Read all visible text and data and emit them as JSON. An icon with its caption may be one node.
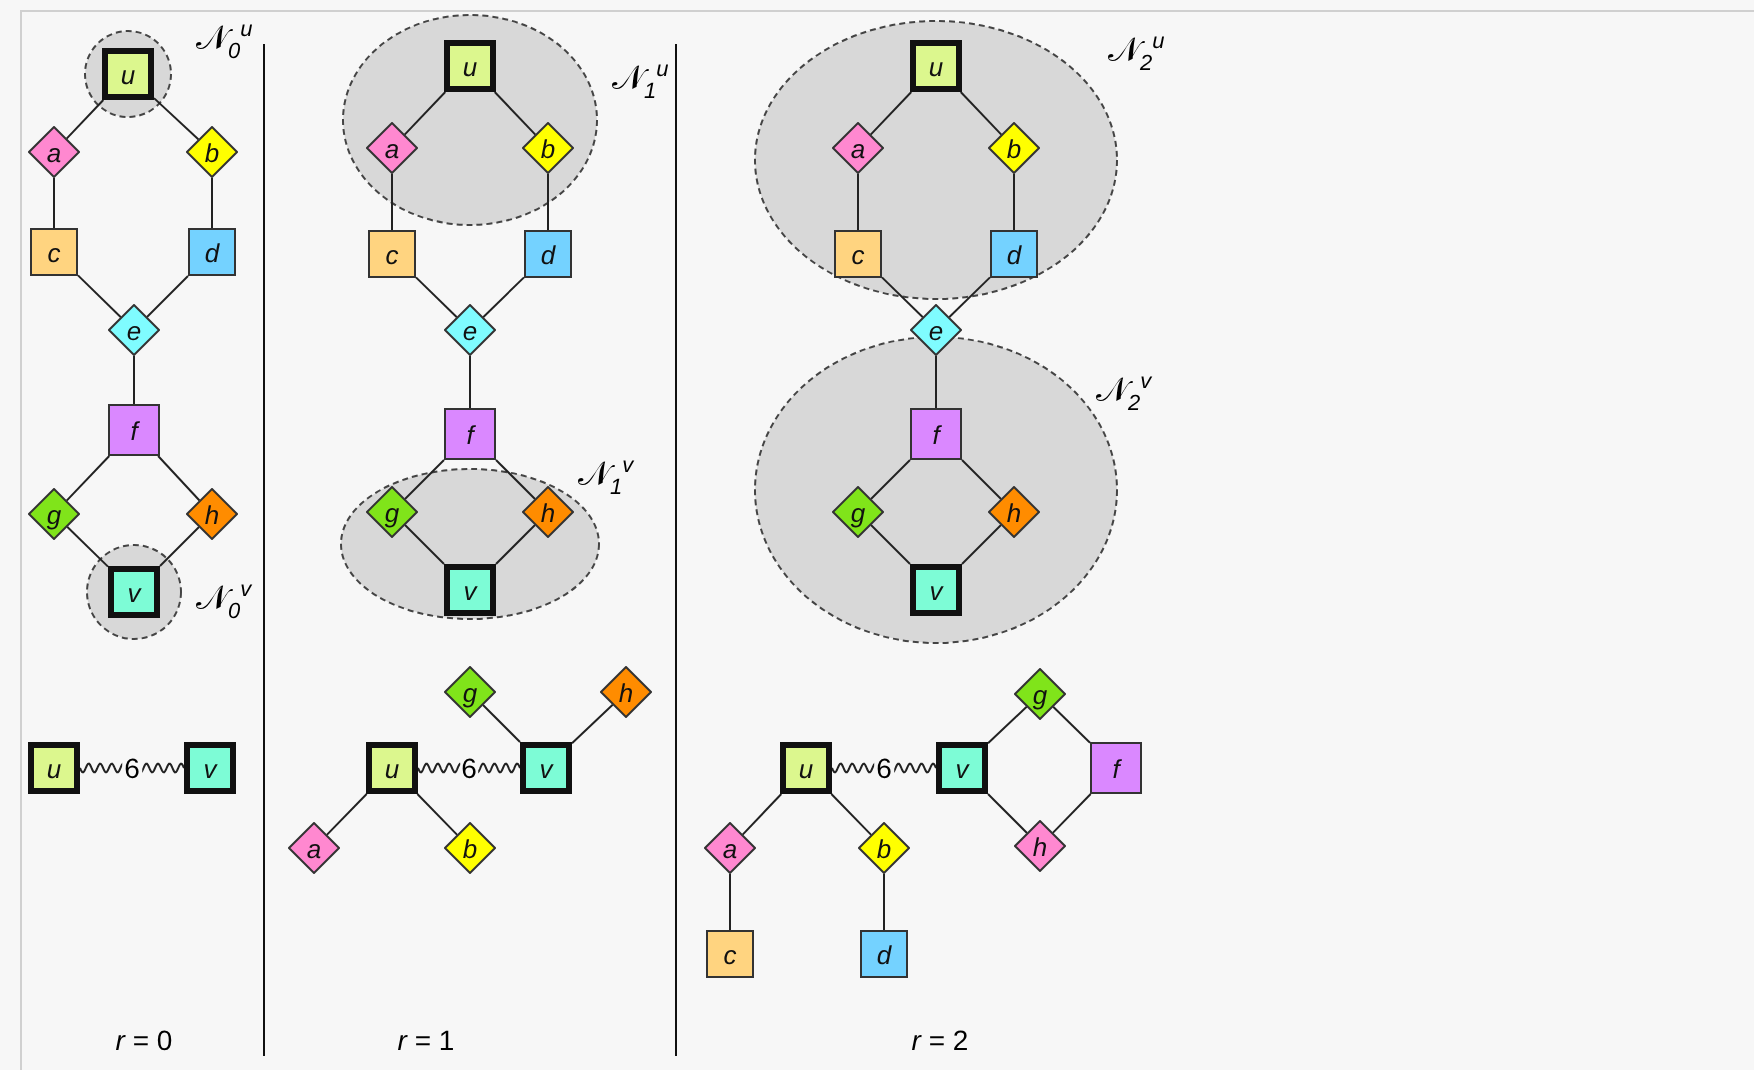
{
  "diagram": {
    "nodes": [
      {
        "text": [
          "𝒩$_{0}$$^{u}$"
        ]
      },
      {
        "text": [
          "u"
        ],
        "in": 0
      },
      {
        "text": [
          "a"
        ]
      },
      {
        "text": [
          "b"
        ]
      },
      {
        "text": [
          "c"
        ]
      },
      {
        "text": [
          "d"
        ]
      },
      {
        "text": [
          "e"
        ]
      },
      {
        "text": [
          "f"
        ]
      },
      {
        "text": [
          "g"
        ]
      },
      {
        "text": [
          "h"
        ]
      },
      {
        "text": [
          "𝒩$_{0}$$^{v}$"
        ]
      },
      {
        "text": [
          "v"
        ],
        "in": 10
      },
      {
        "text": [
          "u"
        ]
      },
      {
        "text": [
          "v"
        ]
      },
      {
        "text": [
          "𝒩$_{1}$$^{u}$"
        ]
      },
      {
        "text": [
          "u"
        ],
        "in": 14
      },
      {
        "text": [
          "a"
        ],
        "in": 14
      },
      {
        "text": [
          "b"
        ],
        "in": 14
      },
      {
        "text": [
          "c"
        ]
      },
      {
        "text": [
          "d"
        ]
      },
      {
        "text": [
          "e"
        ]
      },
      {
        "text": [
          "f"
        ]
      },
      {
        "text": [
          "𝒩$_{1}$$^{v}$"
        ]
      },
      {
        "text": [
          "g"
        ],
        "in": 22
      },
      {
        "text": [
          "h"
        ],
        "in": 22
      },
      {
        "text": [
          "v"
        ],
        "in": 22
      },
      {
        "text": [
          "g"
        ]
      },
      {
        "text": [
          "h"
        ]
      },
      {
        "text": [
          "u"
        ]
      },
      {
        "text": [
          "v"
        ]
      },
      {
        "text": [
          "a"
        ]
      },
      {
        "text": [
          "b"
        ]
      },
      {
        "text": [
          "𝒩$_{2}$$^{u}$"
        ]
      },
      {
        "text": [
          "u"
        ],
        "in": 32
      },
      {
        "text": [
          "a"
        ],
        "in": 32
      },
      {
        "text": [
          "b"
        ],
        "in": 32
      },
      {
        "text": [
          "c"
        ],
        "in": 32
      },
      {
        "text": [
          "d"
        ],
        "in": 32
      },
      {
        "text": [
          "e"
        ]
      },
      {
        "text": [
          "𝒩$_{2}$$^{v}$"
        ]
      },
      {
        "text": [
          "f"
        ],
        "in": 39
      },
      {
        "text": [
          "g"
        ],
        "in": 39
      },
      {
        "text": [
          "h"
        ],
        "in": 39
      },
      {
        "text": [
          "v"
        ],
        "in": 39
      },
      {
        "text": [
          "g"
        ]
      },
      {
        "text": [
          "u"
        ]
      },
      {
        "text": [
          "v"
        ]
      },
      {
        "text": [
          "f"
        ]
      },
      {
        "text": [
          "a"
        ]
      },
      {
        "text": [
          "b"
        ]
      },
      {
        "text": [
          "h"
        ]
      },
      {
        "text": [
          "c"
        ]
      },
      {
        "text": [
          "d"
        ]
      }
    ],
    "edges": [
      {
        "from": 1,
        "to": 2,
        "arrow": "none"
      },
      {
        "from": 1,
        "to": 3,
        "arrow": "none"
      },
      {
        "from": 2,
        "to": 4,
        "arrow": "none"
      },
      {
        "from": 3,
        "to": 5,
        "arrow": "none"
      },
      {
        "from": 4,
        "to": 6,
        "arrow": "none"
      },
      {
        "from": 5,
        "to": 6,
        "arrow": "none"
      },
      {
        "from": 6,
        "to": 7,
        "arrow": "none"
      },
      {
        "from": 7,
        "to": 8,
        "arrow": "none"
      },
      {
        "from": 7,
        "to": 9,
        "arrow": "none"
      },
      {
        "from": 8,
        "to": 11,
        "arrow": "none"
      },
      {
        "from": 9,
        "to": 11,
        "arrow": "none"
      },
      {
        "from": 12,
        "to": 13,
        "arrow": "none",
        "label": "6"
      },
      {
        "from": 15,
        "to": 16,
        "arrow": "none"
      },
      {
        "from": 15,
        "to": 17,
        "arrow": "none"
      },
      {
        "from": 16,
        "to": 18,
        "arrow": "none"
      },
      {
        "from": 17,
        "to": 19,
        "arrow": "none"
      },
      {
        "from": 18,
        "to": 20,
        "arrow": "none"
      },
      {
        "from": 19,
        "to": 20,
        "arrow": "none"
      },
      {
        "from": 20,
        "to": 21,
        "arrow": "none"
      },
      {
        "from": 21,
        "to": 23,
        "arrow": "none"
      },
      {
        "from": 21,
        "to": 24,
        "arrow": "none"
      },
      {
        "from": 23,
        "to": 25,
        "arrow": "none"
      },
      {
        "from": 24,
        "to": 25,
        "arrow": "none"
      },
      {
        "from": 28,
        "to": 29,
        "arrow": "none",
        "label": "6"
      },
      {
        "from": 28,
        "to": 30,
        "arrow": "none"
      },
      {
        "from": 28,
        "to": 31,
        "arrow": "none"
      },
      {
        "from": 29,
        "to": 26,
        "arrow": "none"
      },
      {
        "from": 29,
        "to": 27,
        "arrow": "none"
      },
      {
        "from": 33,
        "to": 34,
        "arrow": "none"
      },
      {
        "from": 33,
        "to": 35,
        "arrow": "none"
      },
      {
        "from": 34,
        "to": 36,
        "arrow": "none"
      },
      {
        "from": 35,
        "to": 37,
        "arrow": "none"
      },
      {
        "from": 36,
        "to": 38,
        "arrow": "none"
      },
      {
        "from": 37,
        "to": 38,
        "arrow": "none"
      },
      {
        "from": 38,
        "to": 40,
        "arrow": "none"
      },
      {
        "from": 40,
        "to": 41,
        "arrow": "none"
      },
      {
        "from": 40,
        "to": 42,
        "arrow": "none"
      },
      {
        "from": 41,
        "to": 43,
        "arrow": "none"
      },
      {
        "from": 42,
        "to": 43,
        "arrow": "none"
      },
      {
        "from": 45,
        "to": 46,
        "arrow": "none",
        "label": "6"
      },
      {
        "from": 45,
        "to": 48,
        "arrow": "none"
      },
      {
        "from": 45,
        "to": 49,
        "arrow": "none"
      },
      {
        "from": 48,
        "to": 51,
        "arrow": "none"
      },
      {
        "from": 49,
        "to": 52,
        "arrow": "none"
      },
      {
        "from": 46,
        "to": 44,
        "arrow": "none"
      },
      {
        "from": 46,
        "to": 50,
        "arrow": "none"
      },
      {
        "from": 44,
        "to": 47,
        "arrow": "none"
      },
      {
        "from": 50,
        "to": 47,
        "arrow": "none"
      }
    ],
    "labels": [
      "*r* = 0",
      "*r* = 1",
      "*r* = 2"
    ]
  }
}
